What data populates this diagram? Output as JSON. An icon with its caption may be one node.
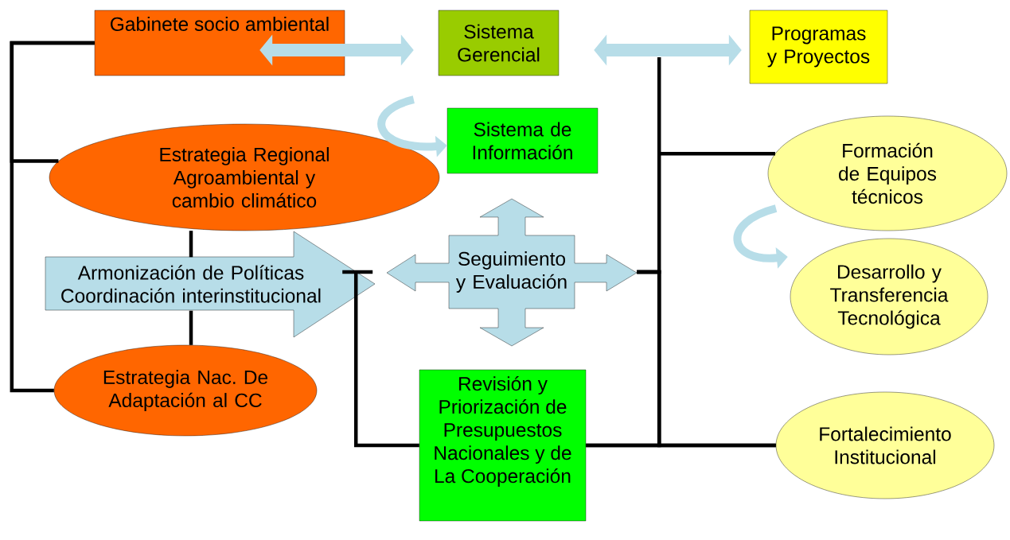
{
  "diagram": {
    "nodes": [
      {
        "text": [
          "Gabinete socio ambiental"
        ]
      },
      {
        "text": [
          "Sistema Gerencial"
        ]
      },
      {
        "text": [
          "Programas y Proyectos"
        ]
      },
      {
        "text": [
          "Sistema de Información"
        ]
      },
      {
        "text": [
          "Estrategia Regional Agroambiental y cambio climático"
        ]
      },
      {
        "text": [
          "Formación de Equipos técnicos"
        ]
      },
      {
        "text": [
          "Armonización de Políticas Coordinación interinstitucional"
        ]
      },
      {
        "text": [
          "Seguimiento y Evaluación"
        ]
      },
      {
        "text": [
          "Desarrollo y Transferencia Tecnológica"
        ]
      },
      {
        "text": [
          "Estrategia Nac. De Adaptación al CC"
        ]
      },
      {
        "text": [
          "Revisión y Priorización de Presupuestos Nacionales y de La Cooperación"
        ]
      },
      {
        "text": [
          "Fortalecimiento Institucional"
        ]
      }
    ],
    "edges": [
      {
        "from": 0,
        "to": 1,
        "arrow": "both",
        "style": "thick",
        "color": "#b7dde8"
      },
      {
        "from": 1,
        "to": 2,
        "arrow": "both",
        "style": "thick",
        "color": "#b7dde8"
      },
      {
        "from": 1,
        "to": 3,
        "arrow": "to",
        "style": "thick",
        "color": "#b7dde8"
      },
      {
        "from": 5,
        "to": 8,
        "arrow": "to",
        "style": "thick",
        "color": "#b7dde8"
      },
      {
        "from": 0,
        "to": 4,
        "arrow": "none"
      },
      {
        "from": 0,
        "to": 9,
        "arrow": "none"
      },
      {
        "from": 4,
        "to": 6,
        "arrow": "none"
      },
      {
        "from": 6,
        "to": 9,
        "arrow": "none"
      },
      {
        "from": 6,
        "to": 10,
        "arrow": "none"
      },
      {
        "from": 7,
        "to": 5,
        "arrow": "none"
      },
      {
        "from": 7,
        "to": 10,
        "arrow": "none"
      },
      {
        "from": 7,
        "to": 11,
        "arrow": "none"
      },
      {
        "from": 10,
        "to": 11,
        "arrow": "none"
      }
    ]
  }
}
